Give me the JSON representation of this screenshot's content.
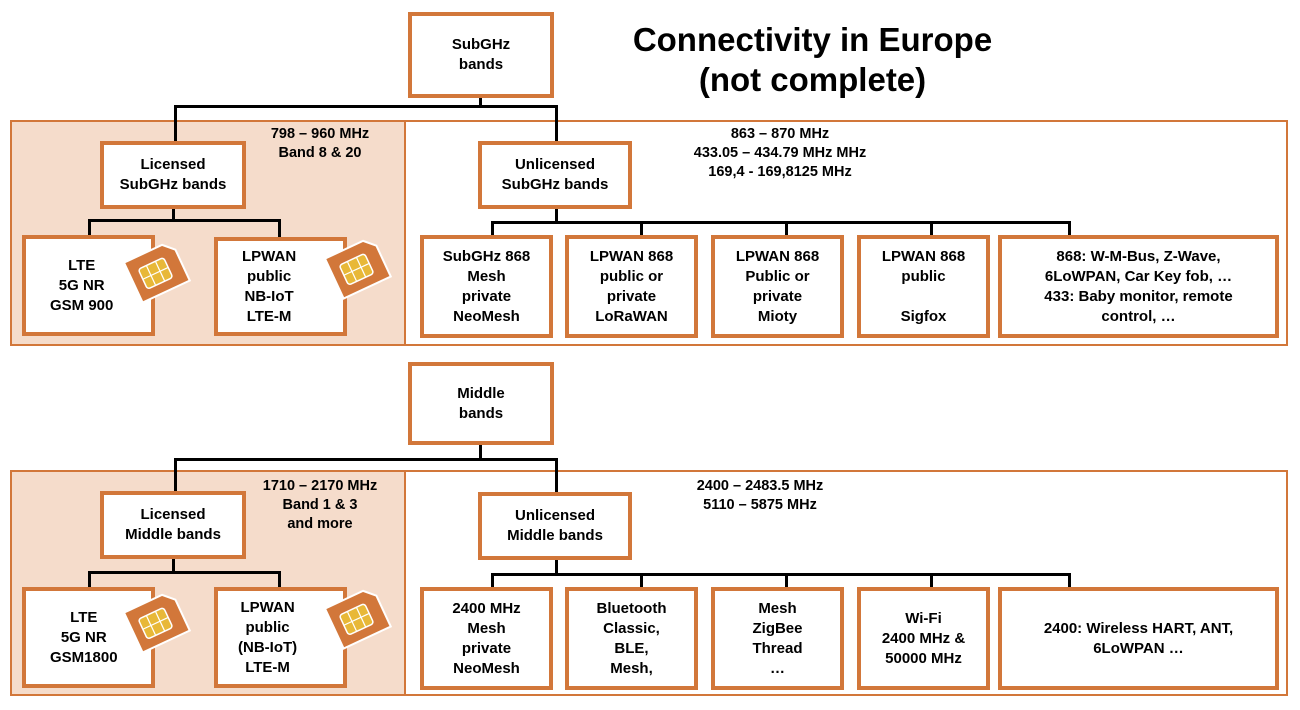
{
  "title": "Connectivity in Europe\n(not complete)",
  "sections": [
    {
      "root": "SubGHz\nbands",
      "licensed": {
        "label": "Licensed\nSubGHz bands",
        "note": "798 – 960 MHz\nBand 8 & 20",
        "children": [
          "LTE\n5G NR\nGSM 900",
          "LPWAN\npublic\nNB-IoT\nLTE-M"
        ]
      },
      "unlicensed": {
        "label": "Unlicensed\nSubGHz bands",
        "note": "863 – 870 MHz\n433.05 – 434.79 MHz MHz\n169,4 - 169,8125 MHz",
        "children": [
          "SubGHz 868\nMesh\nprivate\nNeoMesh",
          "LPWAN 868\npublic or\nprivate\nLoRaWAN",
          "LPWAN 868\nPublic or\nprivate\nMioty",
          "LPWAN 868\npublic\n\nSigfox",
          "868: W-M-Bus, Z-Wave,\n6LoWPAN, Car Key fob, …\n433: Baby monitor, remote\ncontrol, …"
        ]
      }
    },
    {
      "root": "Middle\nbands",
      "licensed": {
        "label": "Licensed\nMiddle bands",
        "note": "1710 – 2170 MHz\nBand 1 & 3\nand more",
        "children": [
          "LTE\n5G NR\nGSM1800",
          "LPWAN\npublic\n(NB-IoT)\nLTE-M"
        ]
      },
      "unlicensed": {
        "label": "Unlicensed\nMiddle bands",
        "note": "2400 – 2483.5 MHz\n5110 – 5875 MHz",
        "children": [
          "2400 MHz\nMesh\nprivate\nNeoMesh",
          "Bluetooth\nClassic,\nBLE,\nMesh,",
          "Mesh\nZigBee\nThread\n…",
          "Wi-Fi\n2400 MHz &\n50000 MHz",
          "2400: Wireless HART, ANT,\n6LoWPAN …"
        ]
      }
    }
  ],
  "colors": {
    "accent": "#d2773a",
    "licensed_bg": "#f5dccb",
    "line": "#000000",
    "sim_chip": "#e8b838"
  },
  "icons": [
    "sim-card-icon"
  ]
}
